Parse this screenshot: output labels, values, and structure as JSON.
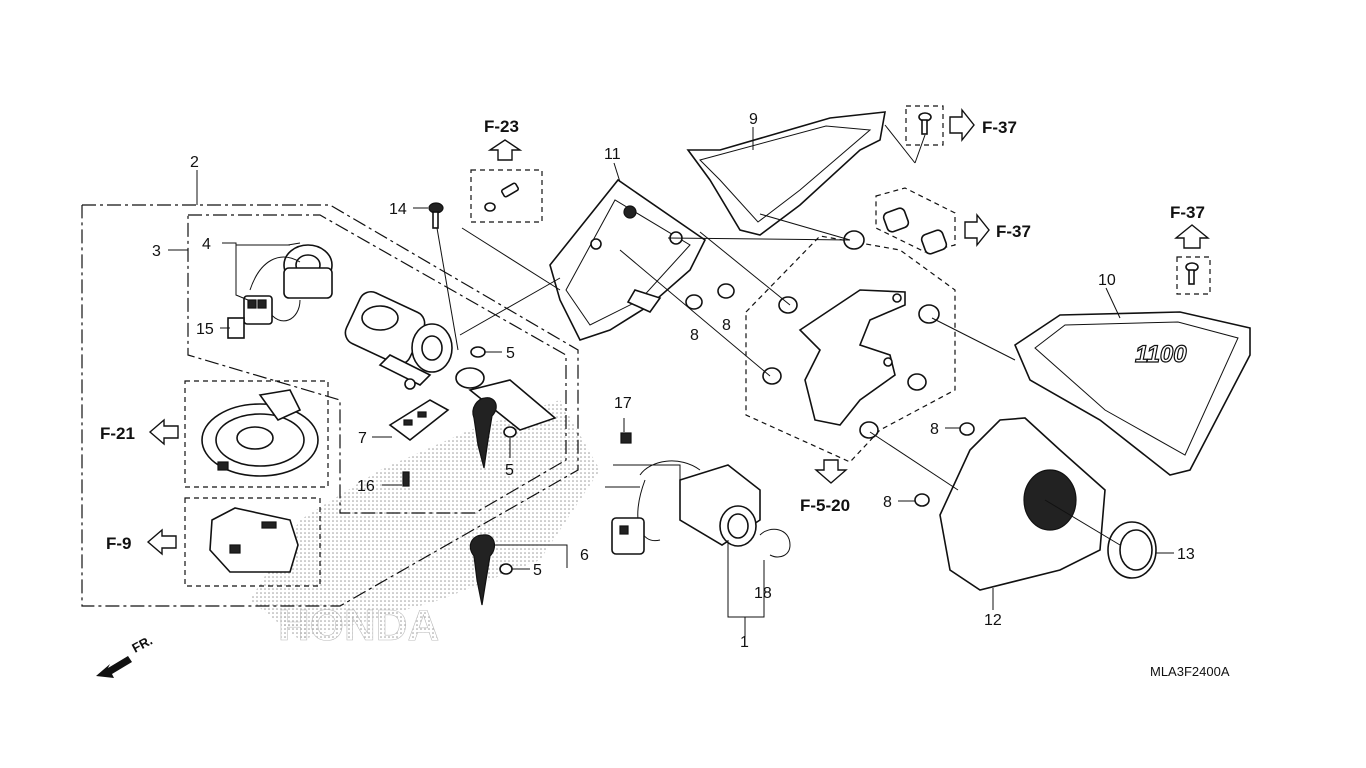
{
  "callouts": {
    "c1": "1",
    "c2": "2",
    "c3": "3",
    "c4": "4",
    "c5a": "5",
    "c5b": "5",
    "c5c": "5",
    "c6": "6",
    "c7": "7",
    "c8a": "8",
    "c8b": "8",
    "c8c": "8",
    "c8d": "8",
    "c9": "9",
    "c10": "10",
    "c11": "11",
    "c12": "12",
    "c13": "13",
    "c14": "14",
    "c15": "15",
    "c16": "16",
    "c17": "17",
    "c18": "18"
  },
  "references": {
    "f23": "F-23",
    "f37a": "F-37",
    "f37b": "F-37",
    "f37c": "F-37",
    "f21": "F-21",
    "f9": "F-9",
    "f520": "F-5-20"
  },
  "cover_badge": "1100",
  "watermark": "HONDA",
  "front_marker": "FR.",
  "diagram_code": "MLA3F2400A"
}
